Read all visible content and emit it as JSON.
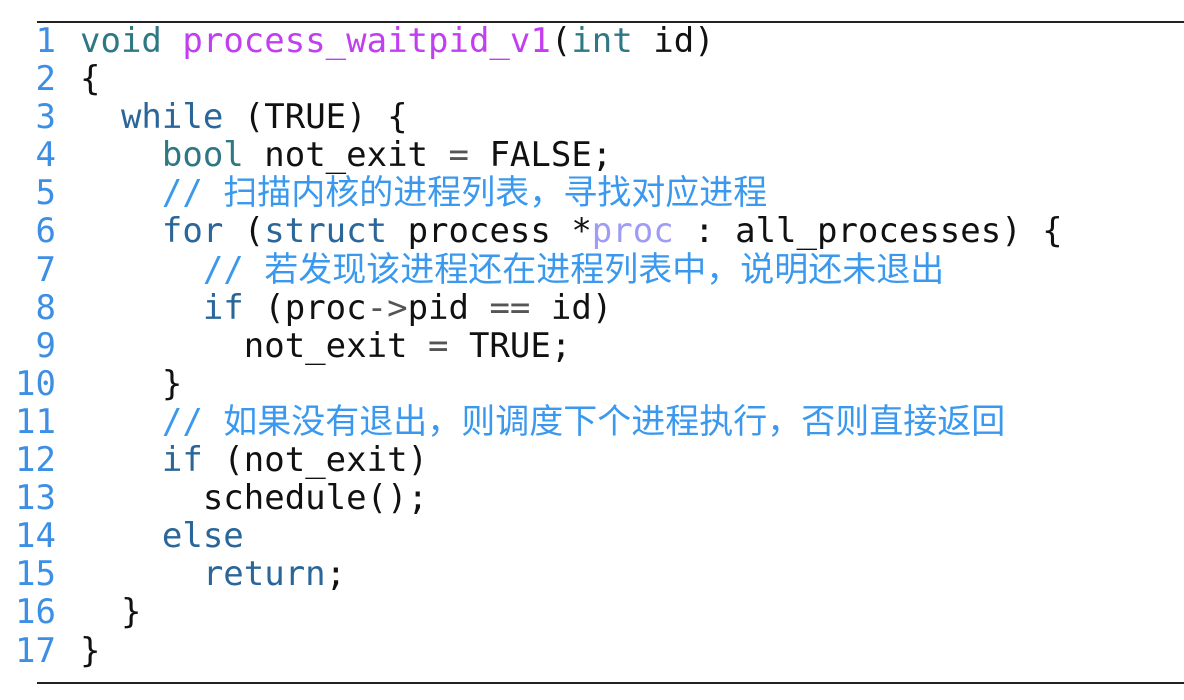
{
  "code": {
    "lines": [
      {
        "n": "1",
        "tokens": [
          [
            "type",
            "void"
          ],
          [
            "plain",
            " "
          ],
          [
            "fn",
            "process_waitpid_v1"
          ],
          [
            "plain",
            "("
          ],
          [
            "type",
            "int"
          ],
          [
            "plain",
            " id)"
          ]
        ]
      },
      {
        "n": "2",
        "tokens": [
          [
            "plain",
            "{"
          ]
        ]
      },
      {
        "n": "3",
        "tokens": [
          [
            "plain",
            "  "
          ],
          [
            "kw",
            "while"
          ],
          [
            "plain",
            " (TRUE) {"
          ]
        ]
      },
      {
        "n": "4",
        "tokens": [
          [
            "plain",
            "    "
          ],
          [
            "type",
            "bool"
          ],
          [
            "plain",
            " not_exit "
          ],
          [
            "op",
            "="
          ],
          [
            "plain",
            " FALSE;"
          ]
        ]
      },
      {
        "n": "5",
        "tokens": [
          [
            "plain",
            "    "
          ],
          [
            "comment",
            "// 扫描内核的进程列表，寻找对应进程"
          ]
        ]
      },
      {
        "n": "6",
        "tokens": [
          [
            "plain",
            "    "
          ],
          [
            "kw",
            "for"
          ],
          [
            "plain",
            " ("
          ],
          [
            "kw",
            "struct"
          ],
          [
            "plain",
            " process *"
          ],
          [
            "var",
            "proc"
          ],
          [
            "plain",
            " : all_processes) {"
          ]
        ]
      },
      {
        "n": "7",
        "tokens": [
          [
            "plain",
            "      "
          ],
          [
            "comment",
            "// 若发现该进程还在进程列表中，说明还未退出"
          ]
        ]
      },
      {
        "n": "8",
        "tokens": [
          [
            "plain",
            "      "
          ],
          [
            "kw",
            "if"
          ],
          [
            "plain",
            " (proc"
          ],
          [
            "op",
            "->"
          ],
          [
            "plain",
            "pid "
          ],
          [
            "op",
            "=="
          ],
          [
            "plain",
            " id)"
          ]
        ]
      },
      {
        "n": "9",
        "tokens": [
          [
            "plain",
            "        not_exit "
          ],
          [
            "op",
            "="
          ],
          [
            "plain",
            " TRUE;"
          ]
        ]
      },
      {
        "n": "10",
        "tokens": [
          [
            "plain",
            "    }"
          ]
        ]
      },
      {
        "n": "11",
        "tokens": [
          [
            "plain",
            "    "
          ],
          [
            "comment",
            "// 如果没有退出，则调度下个进程执行，否则直接返回"
          ]
        ]
      },
      {
        "n": "12",
        "tokens": [
          [
            "plain",
            "    "
          ],
          [
            "kw",
            "if"
          ],
          [
            "plain",
            " (not_exit)"
          ]
        ]
      },
      {
        "n": "13",
        "tokens": [
          [
            "plain",
            "      schedule();"
          ]
        ]
      },
      {
        "n": "14",
        "tokens": [
          [
            "plain",
            "    "
          ],
          [
            "kw",
            "else"
          ]
        ]
      },
      {
        "n": "15",
        "tokens": [
          [
            "plain",
            "      "
          ],
          [
            "kw",
            "return"
          ],
          [
            "plain",
            ";"
          ]
        ]
      },
      {
        "n": "16",
        "tokens": [
          [
            "plain",
            "  }"
          ]
        ]
      },
      {
        "n": "17",
        "tokens": [
          [
            "plain",
            "}"
          ]
        ]
      }
    ]
  }
}
